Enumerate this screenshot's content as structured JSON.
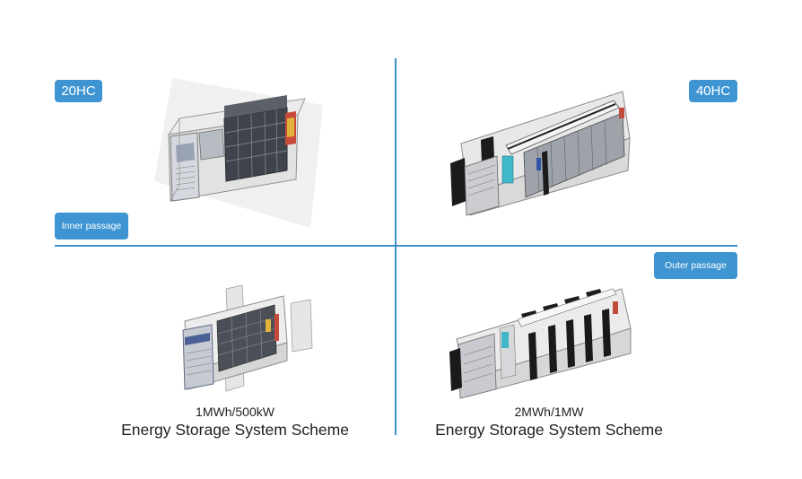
{
  "badges": {
    "top_left": "20HC",
    "top_right": "40HC",
    "inner": "Inner passage",
    "outer": "Outer passage"
  },
  "captions": {
    "left": {
      "rating": "1MWh/500kW",
      "scheme": "Energy Storage System Scheme"
    },
    "right": {
      "rating": "2MWh/1MW",
      "scheme": "Energy Storage System Scheme"
    }
  },
  "colors": {
    "accent": "#3e95d2",
    "divider": "#3f8fcb"
  }
}
